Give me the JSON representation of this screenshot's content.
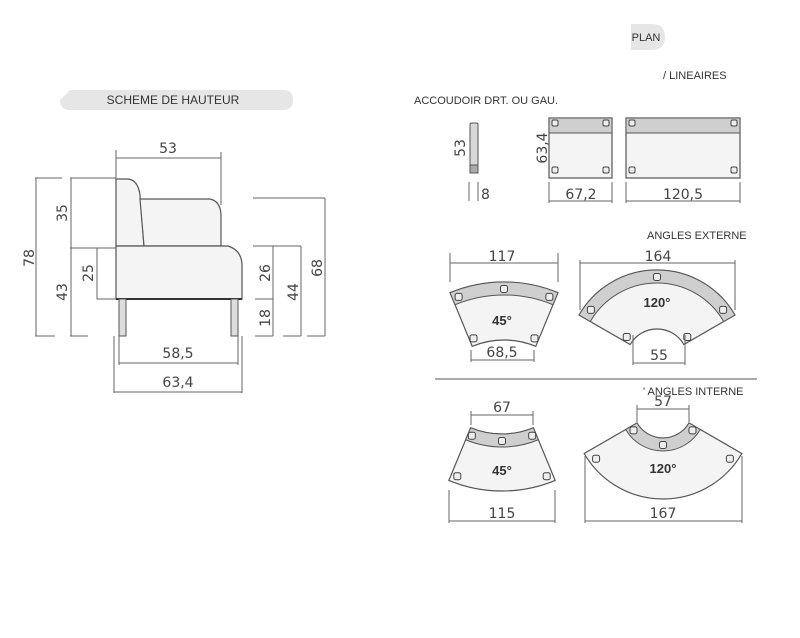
{
  "height_scheme": {
    "title": "SCHEME DE HAUTEUR",
    "dims": {
      "depth_top": "53",
      "total_height": "78",
      "back_height": "35",
      "seat_height": "43",
      "seat_cushion": "25",
      "arm_cushion": "26",
      "leg_height": "18",
      "arm_height": "44",
      "arm_total": "68",
      "inner_width": "58,5",
      "total_width": "63,4"
    }
  },
  "plan": {
    "title": "PLAN",
    "lineaires": {
      "label": "/ LINEAIRES",
      "armrest_label": "ACCOUDOIR DRT. OU GAU.",
      "armrest_length": "53",
      "armrest_width": "8",
      "depth": "63,4",
      "single_width": "67,2",
      "double_width": "120,5"
    },
    "angles_externe": {
      "label": "ANGLES EXTERNE",
      "a45_outer": "117",
      "a45_inner": "68,5",
      "a45_angle": "45°",
      "a120_outer": "164",
      "a120_inner": "55",
      "a120_angle": "120°"
    },
    "angles_interne": {
      "label": "' ANGLES INTERNE",
      "a45_inner": "67",
      "a45_outer": "115",
      "a45_angle": "45°",
      "a120_inner": "57",
      "a120_outer": "167",
      "a120_angle": "120°"
    }
  }
}
